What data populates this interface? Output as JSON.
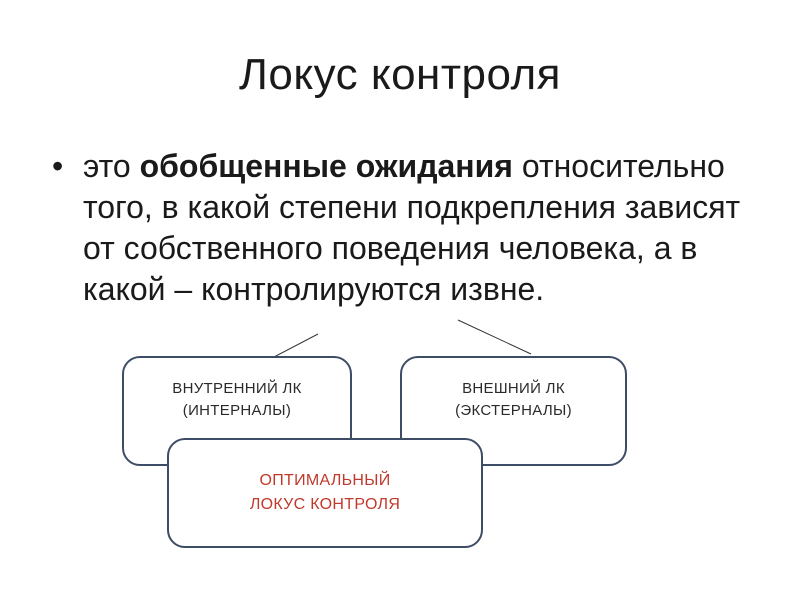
{
  "slide": {
    "title": "Локус контроля",
    "bullet": {
      "marker": "•",
      "lead": "это ",
      "emphasis": "обобщенные ожидания",
      "rest": " относительно того,  в какой степени подкрепления зависят от собственного поведения человека, а в какой – контролируются извне."
    }
  },
  "diagram": {
    "internal": {
      "line1": "ВНУТРЕННИЙ ЛК",
      "line2": "(ИНТЕРНАЛЫ)"
    },
    "external": {
      "line1": "ВНЕШНИЙ ЛК",
      "line2": "(ЭКСТЕРНАЛЫ)"
    },
    "optimal": {
      "line1": "ОПТИМАЛЬНЫЙ",
      "line2": "ЛОКУС КОНТРОЛЯ",
      "color": "#c0392b"
    },
    "border_color": "#3e4d66"
  }
}
